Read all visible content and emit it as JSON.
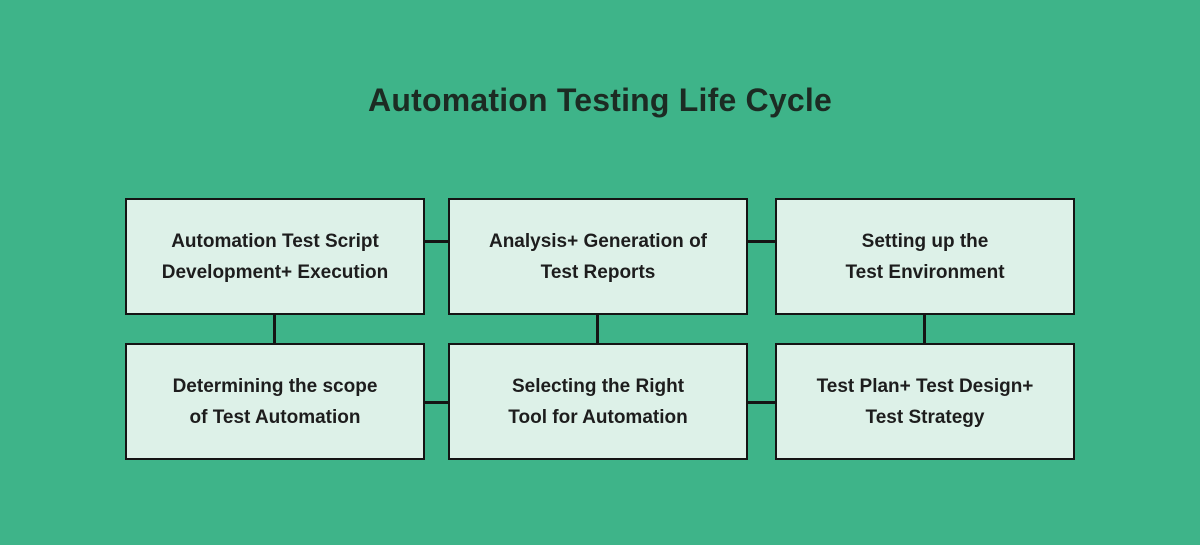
{
  "title": "Automation Testing Life Cycle",
  "colors": {
    "background": "#3eb489",
    "box_fill": "#ddf1e8",
    "box_border": "#141414",
    "connector": "#141414",
    "title_color": "#1c2b23",
    "box_text": "#1d1d1d"
  },
  "boxes": [
    {
      "id": "automation-test-script",
      "row": 1,
      "col": 1,
      "lines": [
        "Automation Test Script",
        "Development+ Execution"
      ]
    },
    {
      "id": "analysis-generation-reports",
      "row": 1,
      "col": 2,
      "lines": [
        "Analysis+ Generation of",
        "Test Reports"
      ]
    },
    {
      "id": "setting-up-environment",
      "row": 1,
      "col": 3,
      "lines": [
        "Setting up the",
        "Test Environment"
      ]
    },
    {
      "id": "determining-scope",
      "row": 2,
      "col": 1,
      "lines": [
        "Determining the scope",
        "of Test Automation"
      ]
    },
    {
      "id": "selecting-right-tool",
      "row": 2,
      "col": 2,
      "lines": [
        "Selecting the Right",
        "Tool for Automation"
      ]
    },
    {
      "id": "test-plan-design-strategy",
      "row": 2,
      "col": 3,
      "lines": [
        "Test Plan+ Test Design+",
        "Test Strategy"
      ]
    }
  ],
  "connectors": [
    {
      "id": "top-row-link-1-2",
      "type": "horizontal"
    },
    {
      "id": "top-row-link-2-3",
      "type": "horizontal"
    },
    {
      "id": "bottom-row-link-4-5",
      "type": "horizontal"
    },
    {
      "id": "bottom-row-link-5-6",
      "type": "horizontal"
    },
    {
      "id": "col1-vertical-link",
      "type": "vertical"
    },
    {
      "id": "col2-vertical-link",
      "type": "vertical"
    },
    {
      "id": "col3-vertical-link",
      "type": "vertical"
    }
  ]
}
